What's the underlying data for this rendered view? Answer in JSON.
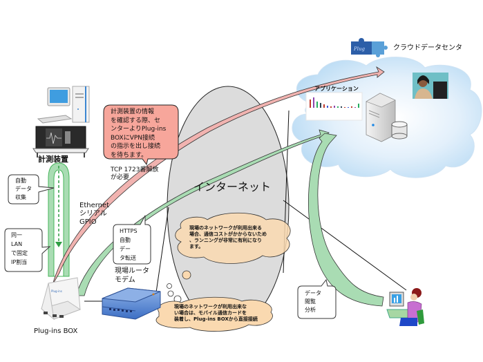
{
  "diagram": {
    "internet_label": "インターネット",
    "cloud_datacenter_label": "クラウドデータセンタ",
    "application_label": "アプリケーション",
    "measuring_device_label": "計測装置",
    "plugins_box_label": "Plug-ins BOX",
    "router_label": "現場ルータ\nモデム",
    "interface_label": "Ethernet\nシリアル\nGPIO",
    "tcp_note": "TCP 1723番解放\nが必要",
    "callouts": {
      "vpn_instruction": "計測装置の情報\nを確認する際、セ\nンターよりPlug-ins\nBOXにVPN接続\nの指示を出し接続\nを待ちます。",
      "auto_collect": "自動\nデータ\n収集",
      "same_lan": "同一\nLAN\nで固定\nIP割当",
      "https_transfer": "HTTPS\n自動\nデー\nタ転送",
      "data_view": "データ\n閲覧\n分析"
    },
    "thought_clouds": {
      "site_network": "現場のネットワークが利用出来る\n場合、通信コストがかからないため\n、ランニングが非常に有利になり\nます。",
      "mobile_card": "現場のネットワークが利用出来な\nい場合は、モバイル通信カードを\n装着し、Plug-ins BOXから直接接続"
    },
    "icons": [
      "pc-icon",
      "measuring-instrument-icon",
      "plugins-box-icon",
      "router-icon",
      "server-icon",
      "database-icon",
      "operator-icon",
      "user-workstation-icon",
      "plugins-logo-icon",
      "app-chart-thumbnail"
    ],
    "colors": {
      "internet_fill": "#dcdcdc",
      "cloud_fill": "#cfe6f7",
      "vpn_arrow": "#f1b3b0",
      "data_arrow": "#a9dcb3",
      "callout_red": "#f7a69b",
      "thought_fill": "#fad9b0"
    }
  }
}
